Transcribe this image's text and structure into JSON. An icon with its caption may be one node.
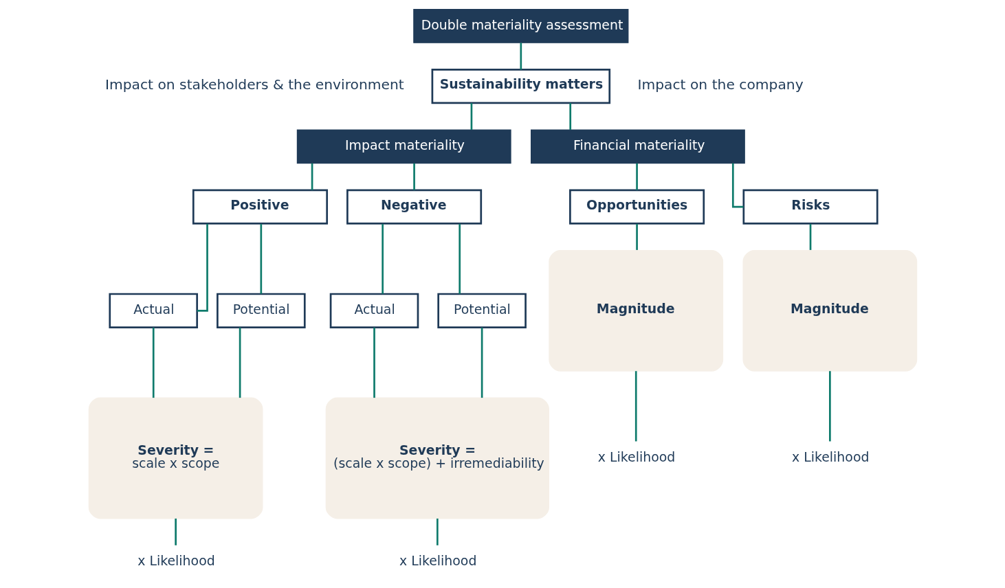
{
  "diagram": {
    "nodes": [
      {
        "text": [
          "Double materiality assessment"
        ]
      },
      {
        "text": [
          "Sustainability matters"
        ]
      },
      {
        "text": [
          "Impact materiality"
        ]
      },
      {
        "text": [
          "Financial materiality"
        ]
      },
      {
        "text": [
          "Positive"
        ]
      },
      {
        "text": [
          "Negative"
        ]
      },
      {
        "text": [
          "Opportunities"
        ]
      },
      {
        "text": [
          "Risks"
        ]
      },
      {
        "text": [
          "Actual"
        ]
      },
      {
        "text": [
          "Potential"
        ]
      },
      {
        "text": [
          "Actual"
        ]
      },
      {
        "text": [
          "Potential"
        ]
      },
      {
        "text": [
          "Severity =",
          "scale x scope"
        ]
      },
      {
        "text": [
          "Severity =",
          "(scale x scope) + irremediability"
        ]
      },
      {
        "text": [
          "Magnitude"
        ]
      },
      {
        "text": [
          "Magnitude"
        ]
      },
      {
        "text": [
          "x Likelihood"
        ]
      },
      {
        "text": [
          "x Likelihood"
        ]
      },
      {
        "text": [
          "x Likelihood"
        ]
      },
      {
        "text": [
          "x Likelihood"
        ]
      }
    ],
    "edges": [
      {
        "from": 0,
        "to": 1,
        "arrow": "none"
      },
      {
        "from": 1,
        "to": 2,
        "arrow": "none"
      },
      {
        "from": 1,
        "to": 3,
        "arrow": "none"
      },
      {
        "from": 2,
        "to": 4,
        "arrow": "none"
      },
      {
        "from": 2,
        "to": 5,
        "arrow": "none"
      },
      {
        "from": 3,
        "to": 6,
        "arrow": "none"
      },
      {
        "from": 3,
        "to": 7,
        "arrow": "none"
      },
      {
        "from": 4,
        "to": 8,
        "arrow": "none"
      },
      {
        "from": 4,
        "to": 9,
        "arrow": "none"
      },
      {
        "from": 5,
        "to": 10,
        "arrow": "none"
      },
      {
        "from": 5,
        "to": 11,
        "arrow": "none"
      },
      {
        "from": 8,
        "to": 12,
        "arrow": "none"
      },
      {
        "from": 9,
        "to": 12,
        "arrow": "none"
      },
      {
        "from": 10,
        "to": 13,
        "arrow": "none"
      },
      {
        "from": 11,
        "to": 13,
        "arrow": "none"
      },
      {
        "from": 6,
        "to": 14,
        "arrow": "none"
      },
      {
        "from": 7,
        "to": 15,
        "arrow": "none"
      },
      {
        "from": 12,
        "to": 16,
        "arrow": "none"
      },
      {
        "from": 13,
        "to": 17,
        "arrow": "none"
      },
      {
        "from": 14,
        "to": 18,
        "arrow": "none"
      },
      {
        "from": 15,
        "to": 19,
        "arrow": "none"
      }
    ],
    "labels": [
      "Impact on stakeholders & the environment",
      "Impact on the company"
    ]
  }
}
